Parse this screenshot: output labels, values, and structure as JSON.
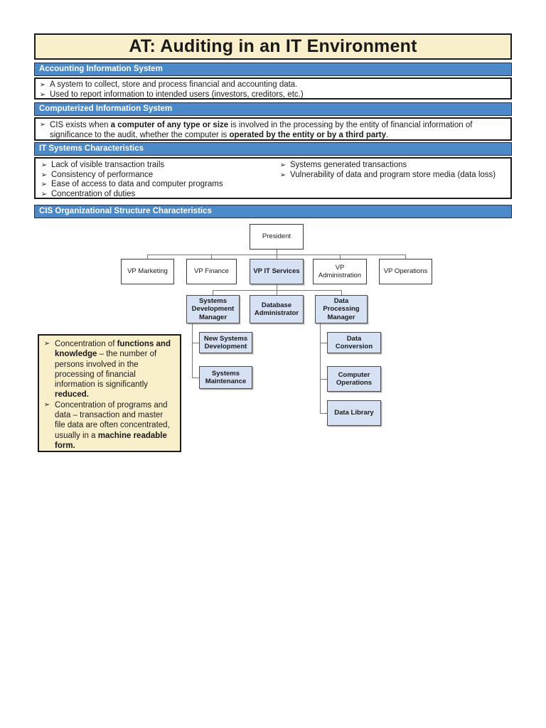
{
  "ui": {
    "bullet": "➢"
  },
  "title": "AT: Auditing in an IT Environment",
  "colors": {
    "section_header_blue": "#4b89c8",
    "cream_panel": "#faefcb",
    "highlight_node_blue": "#d6e1f3"
  },
  "sections": {
    "ais": {
      "header": "Accounting Information System",
      "bullets": [
        "A system to collect, store and process financial and accounting data.",
        "Used to report information to intended users (investors, creditors, etc.)"
      ]
    },
    "cis": {
      "header": "Computerized Information System",
      "bullet_runs": [
        {
          "t": "CIS exists when "
        },
        {
          "t": "a computer of any type or size",
          "b": true
        },
        {
          "t": " is involved in the processing by the entity of financial information of significance to the audit, whether the computer is "
        },
        {
          "t": "operated by the entity or by a third party",
          "b": true
        },
        {
          "t": "."
        }
      ]
    },
    "itc": {
      "header": "IT Systems Characteristics",
      "left_bullets": [
        "Lack of visible transaction trails",
        "Consistency of performance",
        "Ease of access to data and computer programs",
        "Concentration of duties"
      ],
      "right_bullets": [
        "Systems generated transactions",
        "Vulnerability of data and program store media (data loss)"
      ]
    },
    "org": {
      "header": "CIS Organizational Structure Characteristics"
    }
  },
  "org_chart": {
    "nodes": {
      "president": "President",
      "vp_marketing": "VP Marketing",
      "vp_finance": "VP Finance",
      "vp_it_services": "VP IT Services",
      "vp_administration": "VP\nAdministration",
      "vp_operations": "VP Operations",
      "systems_development_manager": "Systems\nDevelopment\nManager",
      "database_administrator": "Database\nAdministrator",
      "data_processing_manager": "Data\nProcessing\nManager",
      "new_systems_development": "New Systems\nDevelopment",
      "systems_maintenance": "Systems\nMaintenance",
      "data_conversion": "Data\nConversion",
      "computer_operations": "Computer\nOperations",
      "data_library": "Data Library"
    },
    "note_bullets_runs": [
      [
        {
          "t": "Concentration of "
        },
        {
          "t": "functions and knowledge",
          "b": true
        },
        {
          "t": " – the number of persons involved in the processing of financial information is significantly "
        },
        {
          "t": "reduced.",
          "b": true
        }
      ],
      [
        {
          "t": "Concentration of programs and data – transaction and master file data are often concentrated, usually in a "
        },
        {
          "t": "machine readable form.",
          "b": true
        }
      ]
    ]
  }
}
